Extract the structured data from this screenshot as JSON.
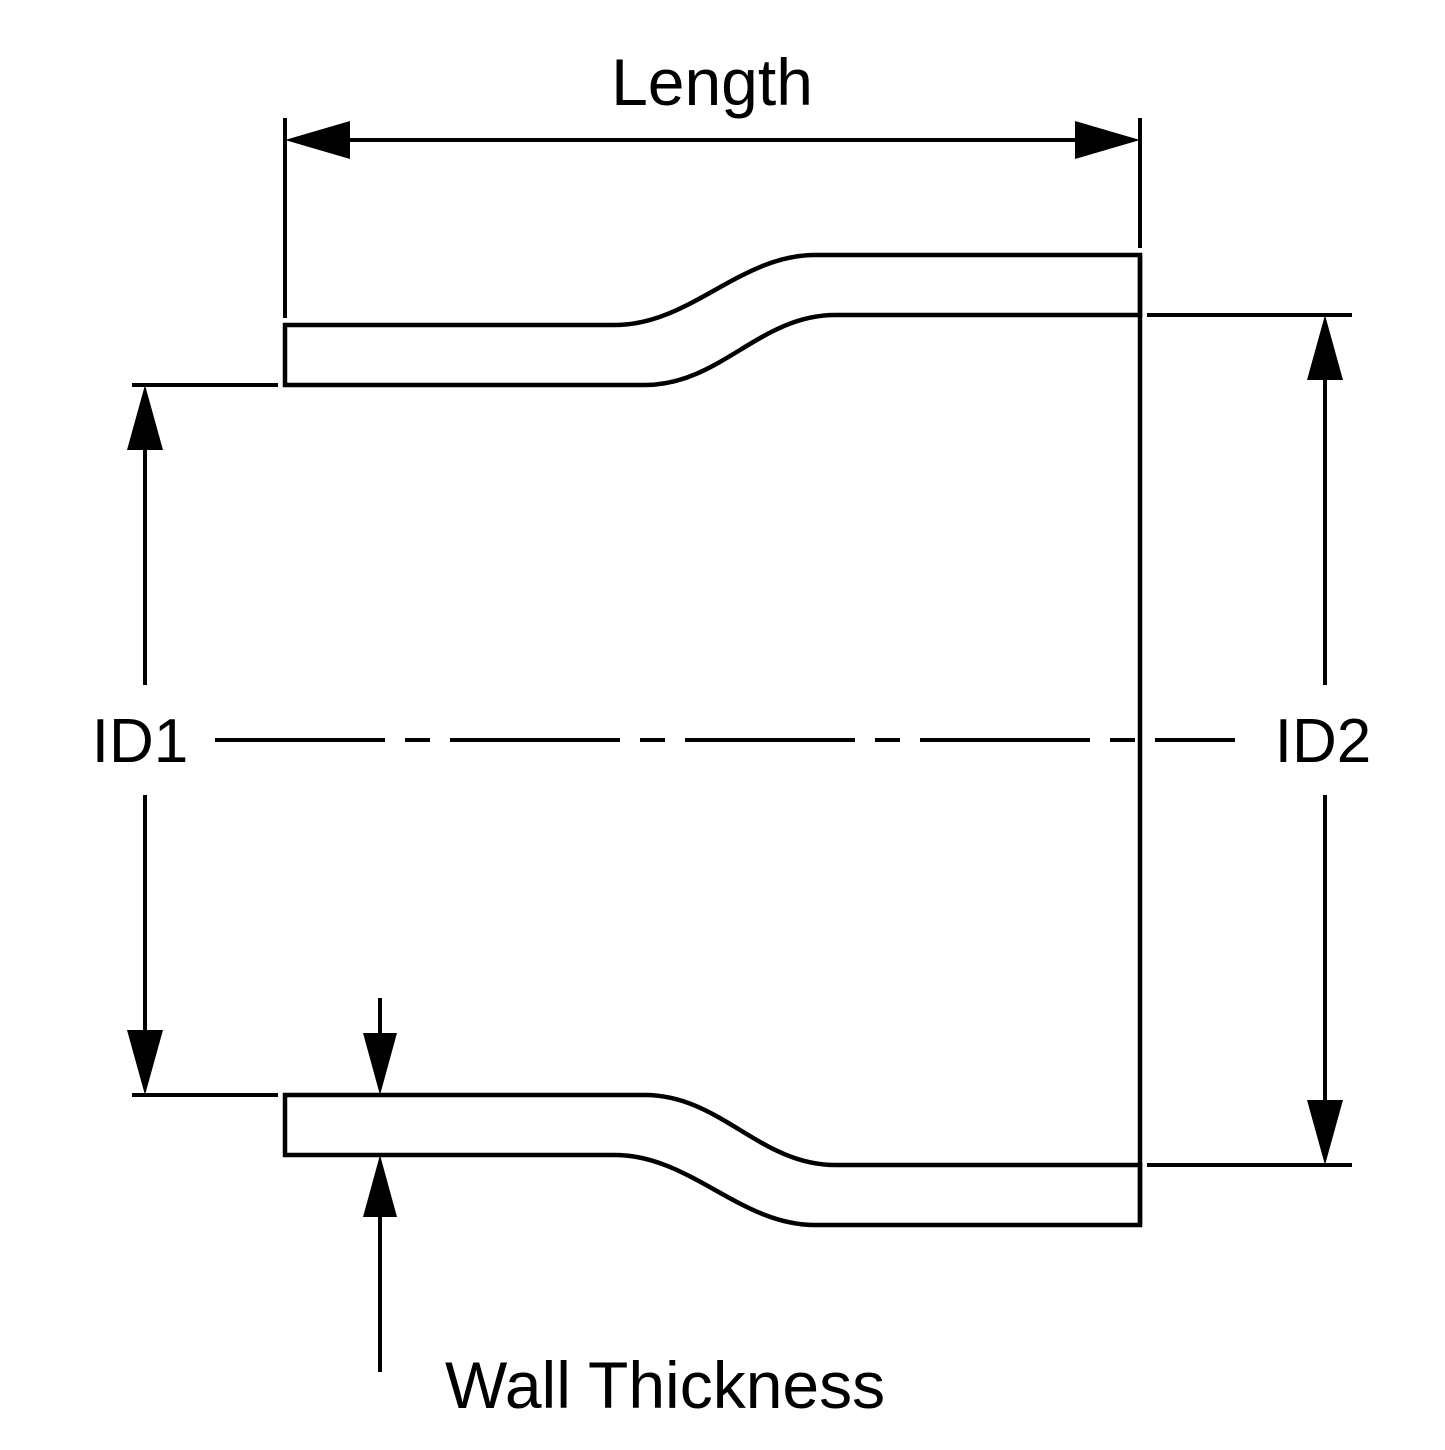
{
  "diagram": {
    "labels": {
      "length": "Length",
      "id1": "ID1",
      "id2": "ID2",
      "wall_thickness": "Wall Thickness"
    },
    "colors": {
      "line": "#000000",
      "background": "#ffffff"
    }
  }
}
